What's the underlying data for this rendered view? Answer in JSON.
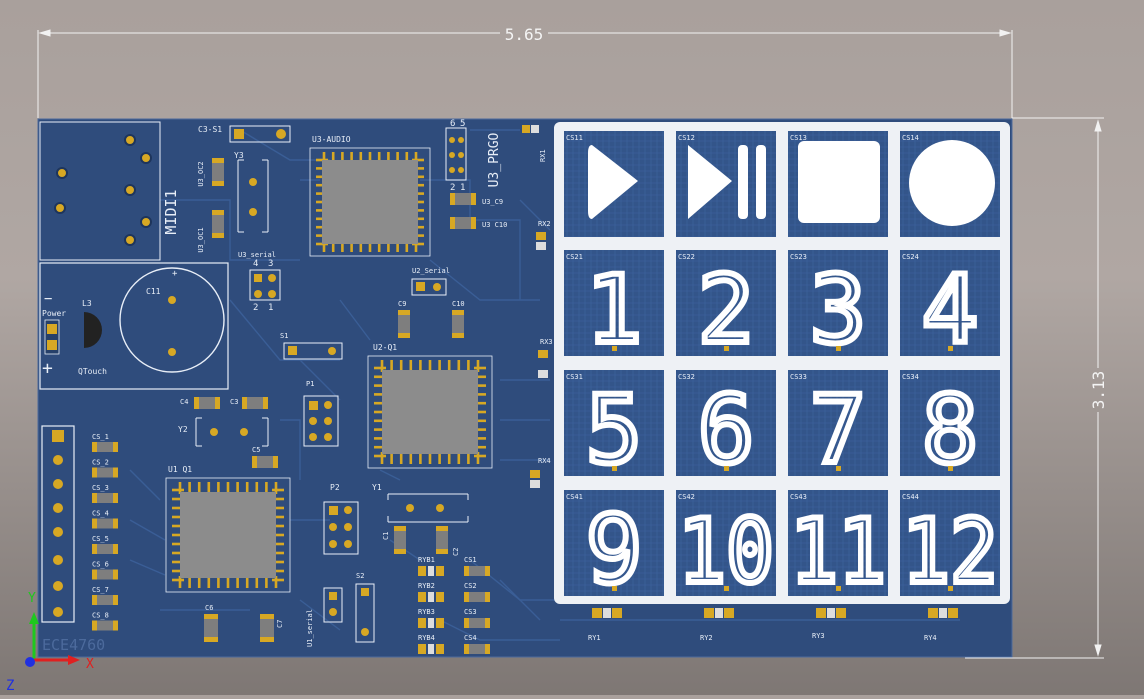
{
  "dimensions": {
    "width": "5.65",
    "height": "3.13"
  },
  "board_label": "ECE4760",
  "colors": {
    "board": "#2f4c7c",
    "silk": "#e8eef7",
    "pad": "#d7a824",
    "chip": "#8c8c8c"
  },
  "components": {
    "midi": "MIDI1",
    "power": "Power",
    "l3": "L3",
    "c11": "C11",
    "qtouch": "QTouch",
    "c3s1": "C3-S1",
    "y3": "Y3",
    "u3_oc2": "U3_OC2",
    "u3_oc1": "U3_OC1",
    "u3_audio": "U3-AUDIO",
    "u3_prgo": "U3_PRGO",
    "u3_c9": "U3_C9",
    "u3_c10": "U3 C10",
    "u3_serial": "U3_serial",
    "u2_serial": "U2_Serial",
    "c9": "C9",
    "c10": "C10",
    "s1": "S1",
    "u2_q1": "U2-Q1",
    "c4": "C4",
    "c3": "C3",
    "y2": "Y2",
    "c5": "C5",
    "u1_q1": "U1 Q1",
    "p1": "P1",
    "p2": "P2",
    "y1": "Y1",
    "c1": "C1",
    "c2": "C2",
    "c6": "C6",
    "c7": "C7",
    "u1_serial": "U1_serial",
    "s2": "S2",
    "rx1": "RX1",
    "rx2": "RX2",
    "rx3": "RX3",
    "rx4": "RX4",
    "ry1": "RY1",
    "ry2": "RY2",
    "ry3": "RY3",
    "ry4": "RY4",
    "ryb1": "RYB1",
    "ryb2": "RYB2",
    "ryb3": "RYB3",
    "ryb4": "RYB4",
    "cs1": "CS1",
    "cs2": "CS2",
    "cs3": "CS3",
    "cs4": "CS4",
    "cs_list": [
      "CS_1",
      "CS_2",
      "CS_3",
      "CS_4",
      "CS_5",
      "CS_6",
      "CS_7",
      "CS_8"
    ],
    "header_nums": [
      "6",
      "5",
      "2",
      "1"
    ],
    "serial_nums": [
      "4",
      "3",
      "2",
      "1"
    ]
  },
  "keypad": {
    "row1": [
      {
        "label": "CS11",
        "icon": "play-icon"
      },
      {
        "label": "CS12",
        "icon": "skip-forward-icon"
      },
      {
        "label": "CS13",
        "icon": "stop-icon"
      },
      {
        "label": "CS14",
        "icon": "record-icon"
      }
    ],
    "rows": [
      [
        {
          "label": "CS21",
          "digit": "1"
        },
        {
          "label": "CS22",
          "digit": "2"
        },
        {
          "label": "CS23",
          "digit": "3"
        },
        {
          "label": "CS24",
          "digit": "4"
        }
      ],
      [
        {
          "label": "CS31",
          "digit": "5"
        },
        {
          "label": "CS32",
          "digit": "6"
        },
        {
          "label": "CS33",
          "digit": "7"
        },
        {
          "label": "CS34",
          "digit": "8"
        }
      ],
      [
        {
          "label": "CS41",
          "digit": "9"
        },
        {
          "label": "CS42",
          "digit": "10"
        },
        {
          "label": "CS43",
          "digit": "11"
        },
        {
          "label": "CS44",
          "digit": "12"
        }
      ]
    ]
  },
  "axes": {
    "x": "X",
    "y": "Y",
    "z": "Z"
  }
}
